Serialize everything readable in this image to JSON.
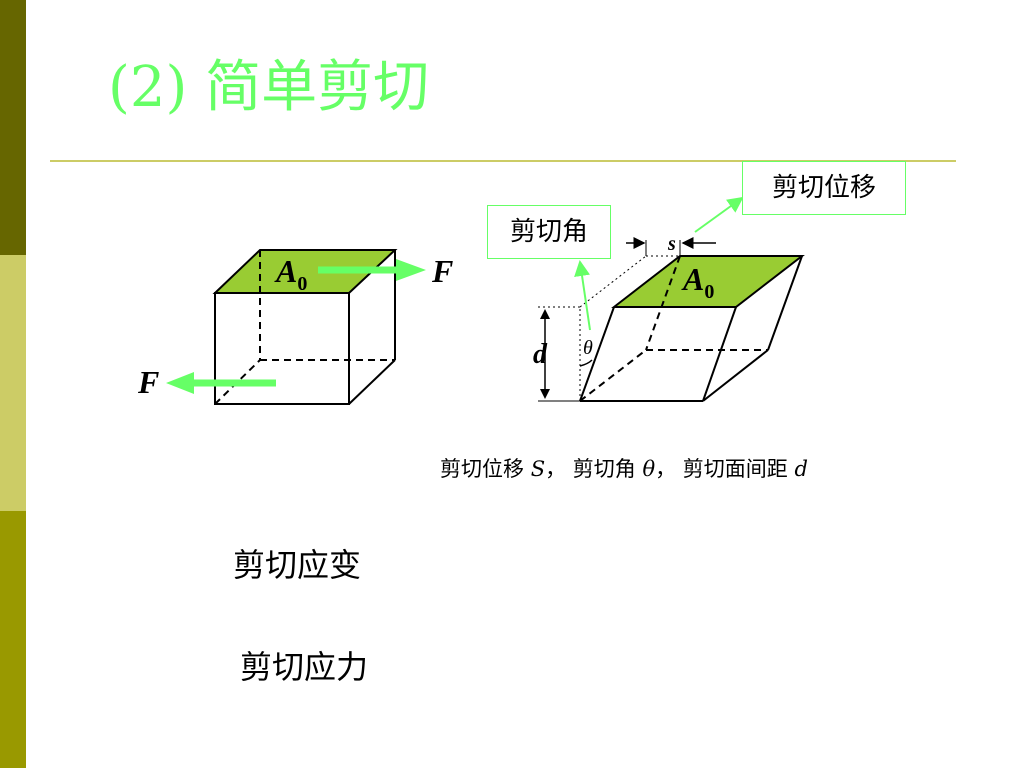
{
  "title": "(2) 简单剪切",
  "labels": {
    "shear_displacement": "剪切位移",
    "shear_angle": "剪切角"
  },
  "figure": {
    "area_label": "A",
    "area_subscript": "0",
    "force_label": "F",
    "displacement_symbol": "s",
    "angle_symbol": "θ",
    "distance_symbol": "d"
  },
  "caption": {
    "part1": "剪切位移 ",
    "var1": "S",
    "part2": "， 剪切角 ",
    "var2": "θ",
    "part3": "， 剪切面间距 ",
    "var3": "d"
  },
  "terms": {
    "shear_strain": "剪切应变",
    "shear_stress": "剪切应力"
  },
  "colors": {
    "title": "#66ff66",
    "face_fill": "#99cc33",
    "arrow": "#66ff66",
    "sidebar_dark": "#666600",
    "sidebar_light": "#cccc66",
    "sidebar_mid": "#999900"
  }
}
